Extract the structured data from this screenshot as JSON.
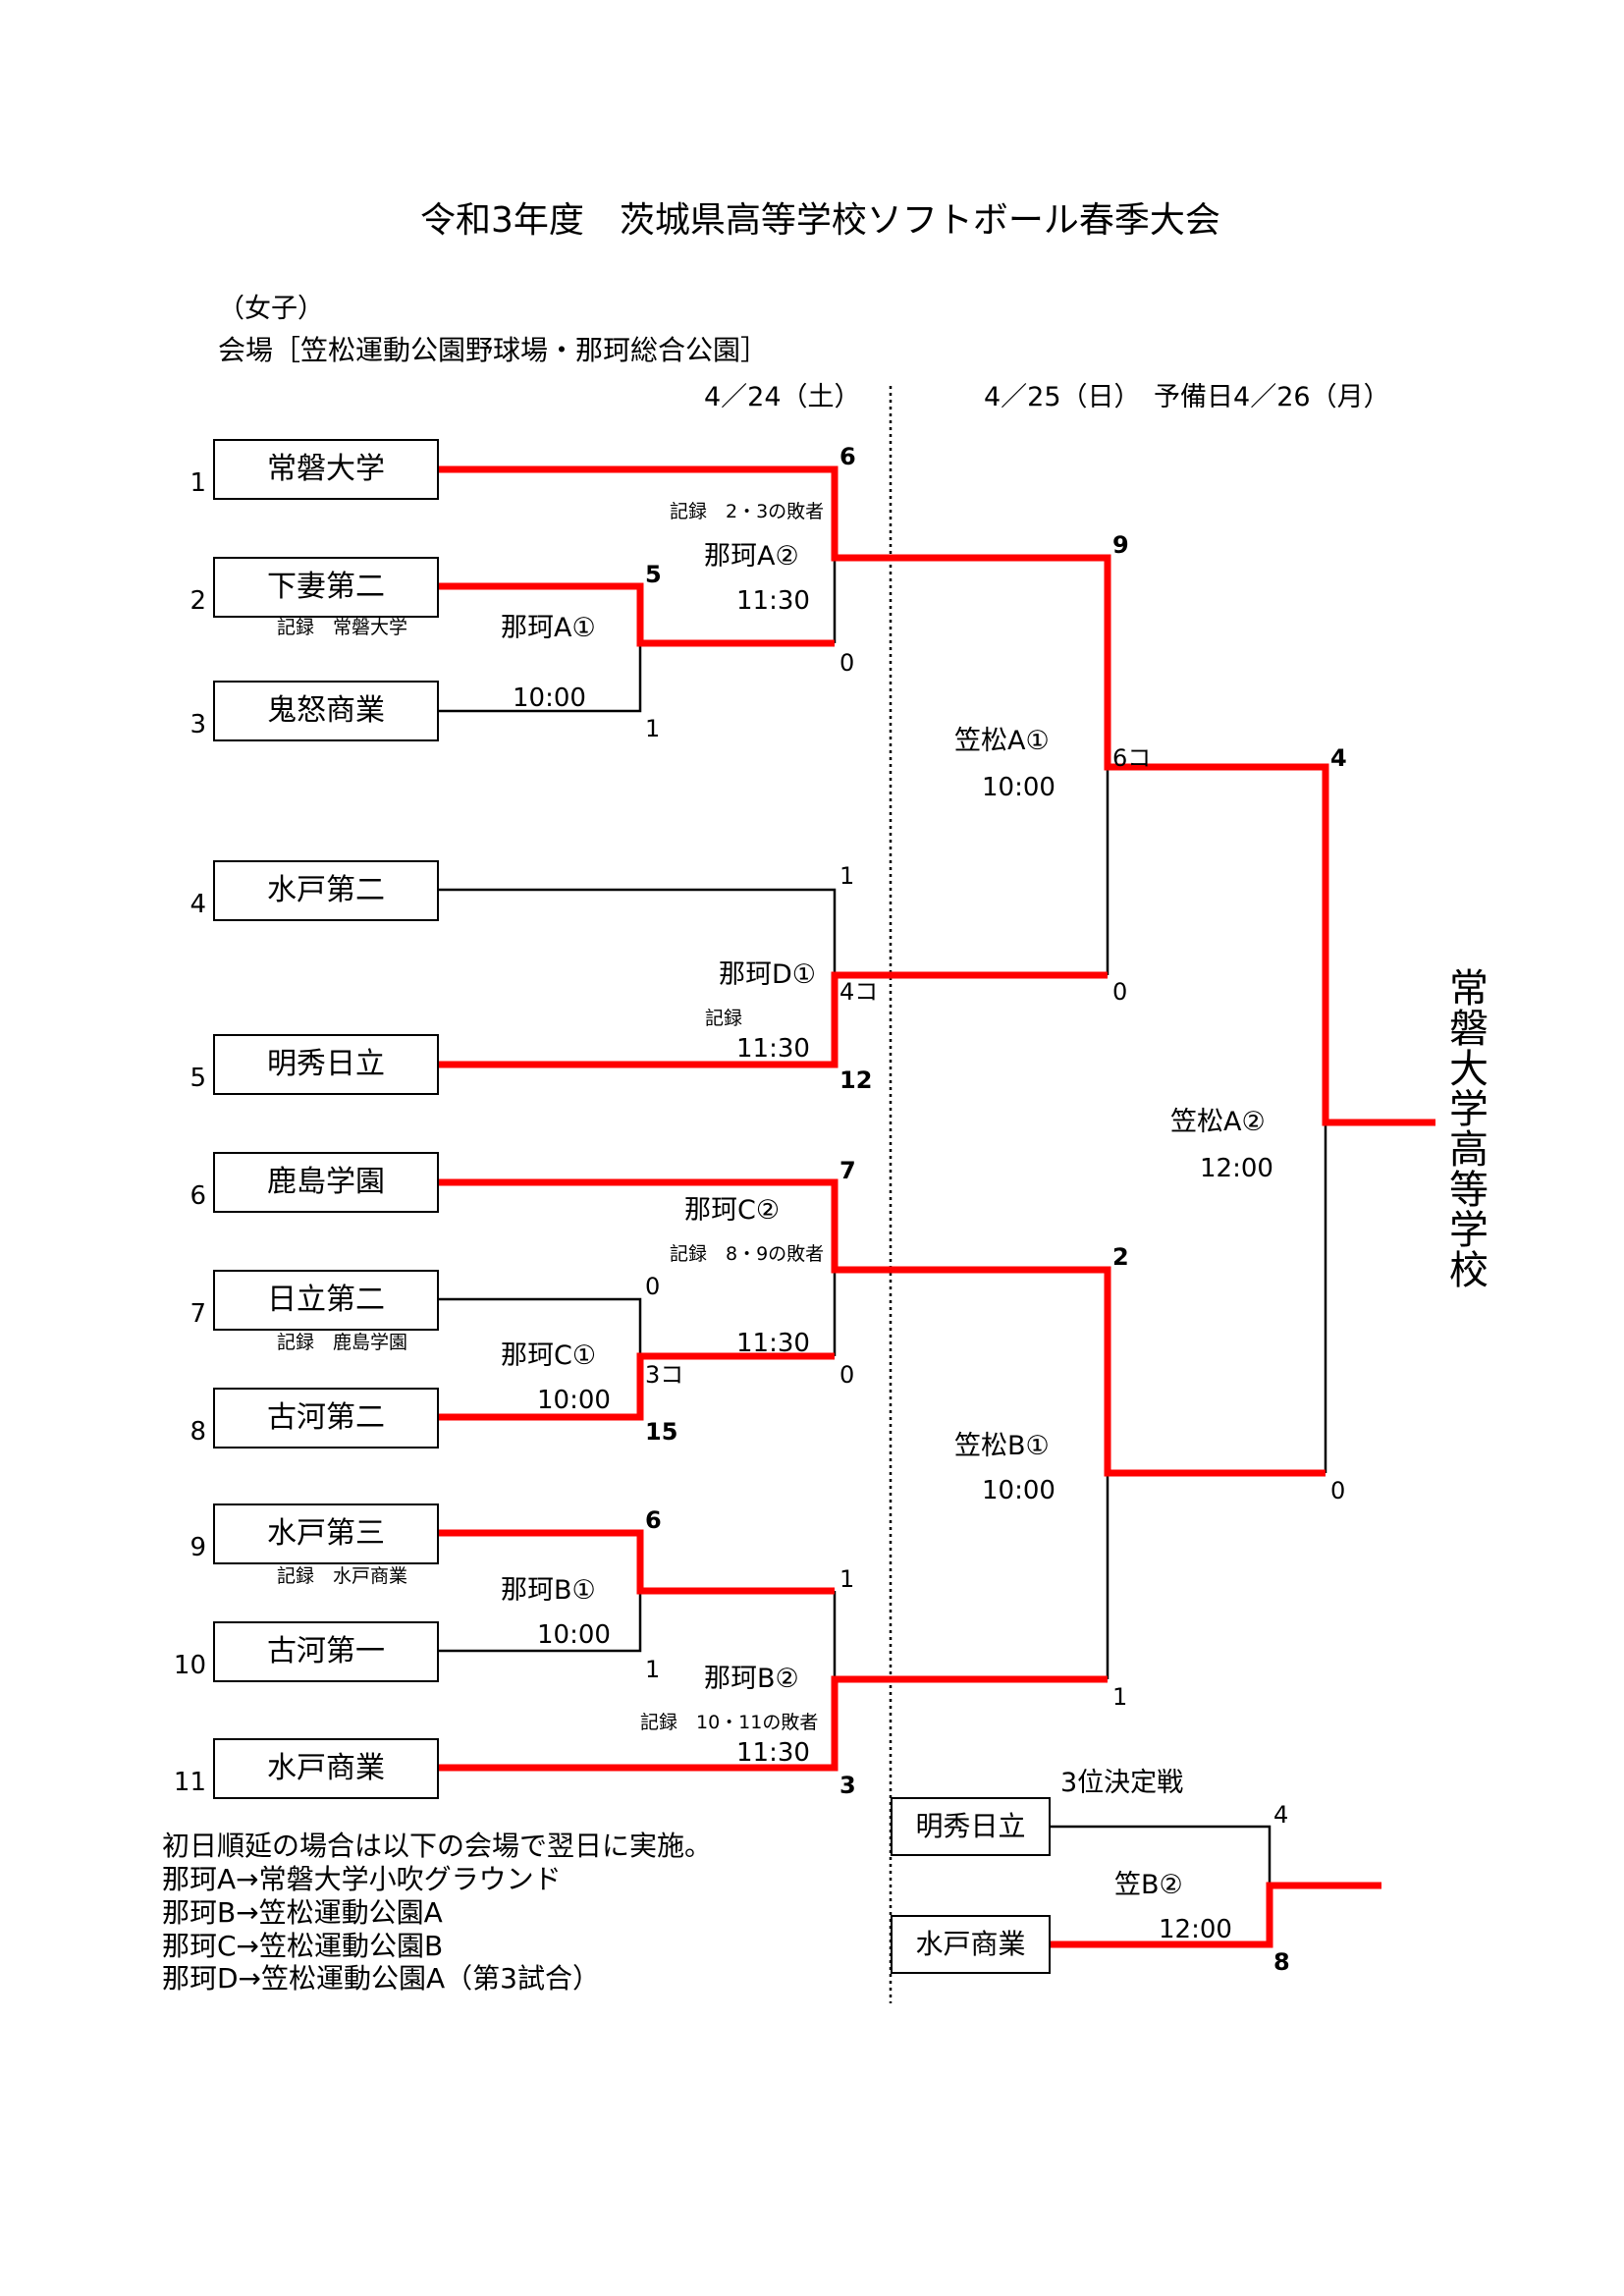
{
  "header": {
    "title": "令和3年度　茨城県高等学校ソフトボール春季大会",
    "division": "（女子）",
    "venue": "会場［笠松運動公園野球場・那珂総合公園］"
  },
  "dates": {
    "day1": "4／24（土）",
    "day2": "4／25（日）　予備日4／26（月）"
  },
  "teams": [
    {
      "no": "1",
      "name": "常磐大学"
    },
    {
      "no": "2",
      "name": "下妻第二"
    },
    {
      "no": "3",
      "name": "鬼怒商業"
    },
    {
      "no": "4",
      "name": "水戸第二"
    },
    {
      "no": "5",
      "name": "明秀日立"
    },
    {
      "no": "6",
      "name": "鹿島学園"
    },
    {
      "no": "7",
      "name": "日立第二"
    },
    {
      "no": "8",
      "name": "古河第二"
    },
    {
      "no": "9",
      "name": "水戸第三"
    },
    {
      "no": "10",
      "name": "古河第一"
    },
    {
      "no": "11",
      "name": "水戸商業"
    }
  ],
  "games": {
    "nakaA1": {
      "label": "那珂A①",
      "time": "10:00",
      "record": "記録　常磐大学",
      "score_top": "5",
      "score_bottom": "1"
    },
    "nakaA2": {
      "label": "那珂A②",
      "time": "11:30",
      "record": "記録　2・3の敗者",
      "score_top": "6",
      "score_bottom": "0"
    },
    "nakaD1": {
      "label": "那珂D①",
      "time": "11:30",
      "record": "記録",
      "score_top": "1",
      "score_bottom": "12",
      "note": "4コ"
    },
    "nakaC1": {
      "label": "那珂C①",
      "time": "10:00",
      "record": "記録　鹿島学園",
      "score_top": "0",
      "score_bottom": "15",
      "note": "3コ"
    },
    "nakaC2": {
      "label": "那珂C②",
      "time": "11:30",
      "record": "記録　8・9の敗者",
      "score_top": "7",
      "score_bottom": "0"
    },
    "nakaB1": {
      "label": "那珂B①",
      "time": "10:00",
      "record": "記録　水戸商業",
      "score_top": "6",
      "score_bottom": "1"
    },
    "nakaB2": {
      "label": "那珂B②",
      "time": "11:30",
      "record": "記録　10・11の敗者",
      "score_top": "1",
      "score_bottom": "3"
    },
    "kasamatsuA1": {
      "label": "笠松A①",
      "time": "10:00",
      "score_top": "9",
      "score_bottom": "0",
      "note": "6コ"
    },
    "kasamatsuB1": {
      "label": "笠松B①",
      "time": "10:00",
      "score_top": "2",
      "score_bottom": "1"
    },
    "kasamatsuA2": {
      "label": "笠松A②",
      "time": "12:00",
      "score_top": "4",
      "score_bottom": "0"
    }
  },
  "third_place": {
    "title": "3位決定戦",
    "label": "笠B②",
    "time": "12:00",
    "team_top": "明秀日立",
    "team_bottom": "水戸商業",
    "score_top": "4",
    "score_bottom": "8"
  },
  "champion": "常磐大学高等学校",
  "notes": [
    "初日順延の場合は以下の会場で翌日に実施。",
    "那珂A→常磐大学小吹グラウンド",
    "那珂B→笠松運動公園A",
    "那珂C→笠松運動公園B",
    "那珂D→笠松運動公園A（第3試合）"
  ],
  "colors": {
    "winner": "#ff0000",
    "line": "#000000"
  }
}
